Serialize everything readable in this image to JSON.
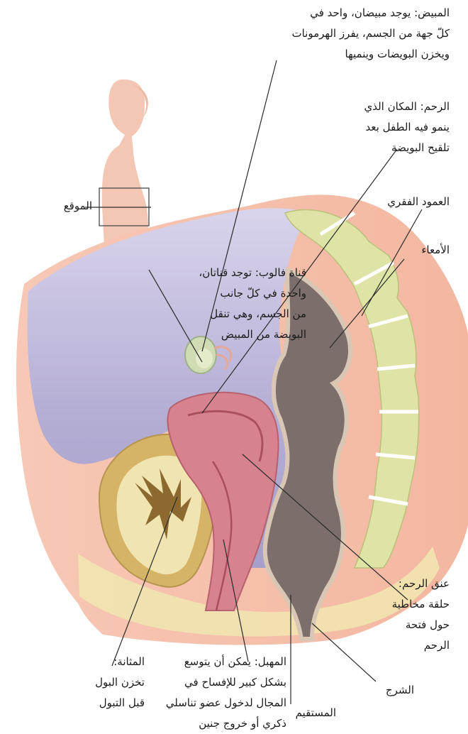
{
  "labels": {
    "ovary": [
      "المبيض: يوجد مبيضان، واحد في",
      "كلّ جهة من الجسم، يفرز الهرمونات",
      "ويخزن البويضات وينميها"
    ],
    "uterus": [
      "الرحم: المكان الذي",
      "ينمو فيه الطفل بعد",
      "تلقيح البويضة"
    ],
    "location": [
      "الموقع"
    ],
    "spine": [
      "العمود الفقري"
    ],
    "intestines": [
      "الأمعاء"
    ],
    "fallopian": [
      "قناة فالوب: توجد قناتان،",
      "واحدة في كلّ جانب",
      "من الجسم، وهي تنقل",
      "البويضة من المبيض"
    ],
    "cervix": [
      "عنق الرحم:",
      "حلقة مخاطية",
      "حول فتحة",
      "الرحم"
    ],
    "bladder": [
      "المثانة:",
      "تخزن البول",
      "قبل التبول"
    ],
    "vagina": [
      "المهبل: يمكن أن يتوسع",
      "بشكل كبير للإفساح في",
      "المجال لدخول عضو تناسلي",
      "ذكري أو خروج جنين"
    ],
    "rectum": [
      "المستقيم"
    ],
    "anus": [
      "الشرج"
    ]
  },
  "colors": {
    "skin": "#f6c2ae",
    "skin_dark": "#e49a80",
    "cavity": "#b7b0d6",
    "uterus": "#d7838f",
    "bladder": "#d8b56a",
    "bone": "#dde3a2",
    "intestine": "#7e706c",
    "tissue": "#f2e7b4"
  }
}
